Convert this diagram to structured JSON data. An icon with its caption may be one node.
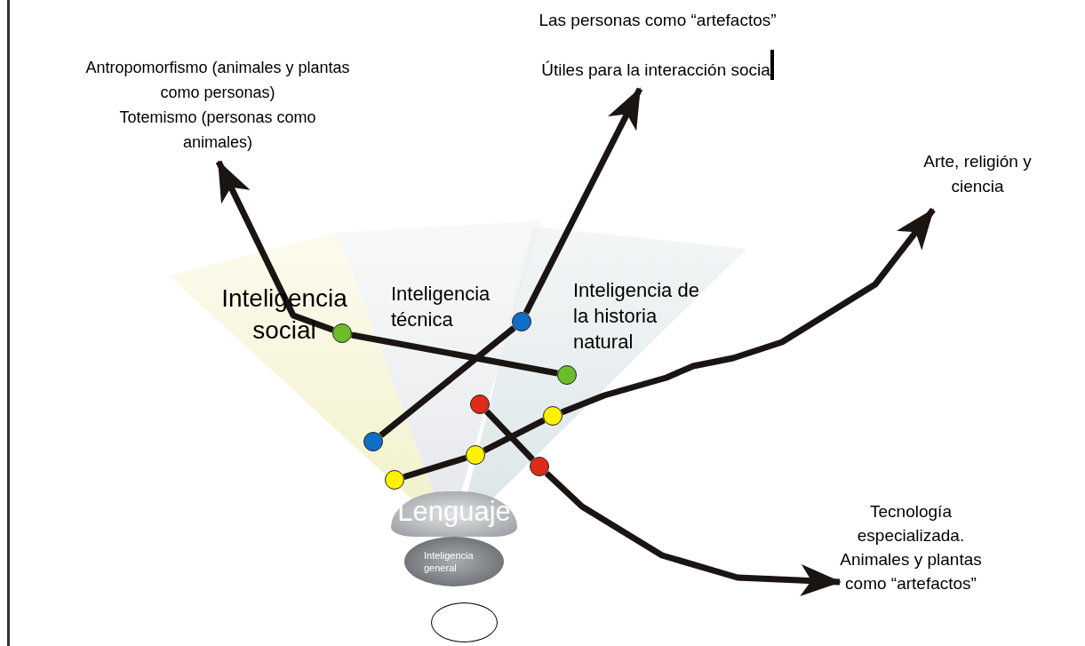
{
  "diagram": {
    "nodes": [
      {
        "text": [
          "Antropomorfismo (animales y plantas como personas)",
          "Totemismo (personas como animales)"
        ]
      },
      {
        "text": [
          "Las personas como “artefactos”",
          "Útiles para la interacción socia"
        ]
      },
      {
        "text": [
          "Arte, religión y ciencia"
        ]
      },
      {
        "text": [
          "Tecnología especializada. Animales y plantas como “artefactos”"
        ]
      },
      {
        "text": [
          "Inteligencia social"
        ]
      },
      {
        "text": [
          "Inteligencia técnica"
        ]
      },
      {
        "text": [
          "Inteligencia de la historia natural"
        ]
      },
      {
        "text": [
          "Lenguaje"
        ]
      },
      {
        "text": [
          "Inteligencia general"
        ]
      },
      {
        "text": [],
        "shape": "circle"
      },
      {
        "text": [],
        "shape": "circle"
      },
      {
        "text": [],
        "shape": "circle"
      },
      {
        "text": [],
        "shape": "circle"
      },
      {
        "text": [],
        "shape": "circle"
      },
      {
        "text": [],
        "shape": "circle"
      },
      {
        "text": [],
        "shape": "circle"
      },
      {
        "text": [],
        "shape": "circle"
      },
      {
        "text": [],
        "shape": "circle"
      },
      {
        "text": [],
        "shape": "circle"
      }
    ],
    "edges": [
      {
        "from": 10,
        "to": 11,
        "arrow": "none"
      },
      {
        "from": 11,
        "to": 0,
        "arrow": "to"
      },
      {
        "from": 12,
        "to": 13,
        "arrow": "none"
      },
      {
        "from": 13,
        "to": 1,
        "arrow": "to"
      },
      {
        "from": 14,
        "to": 15,
        "arrow": "none"
      },
      {
        "from": 15,
        "to": 16,
        "arrow": "none"
      },
      {
        "from": 16,
        "to": 2,
        "arrow": "to"
      },
      {
        "from": 17,
        "to": 18,
        "arrow": "none"
      },
      {
        "from": 18,
        "to": 3,
        "arrow": "to"
      }
    ]
  }
}
